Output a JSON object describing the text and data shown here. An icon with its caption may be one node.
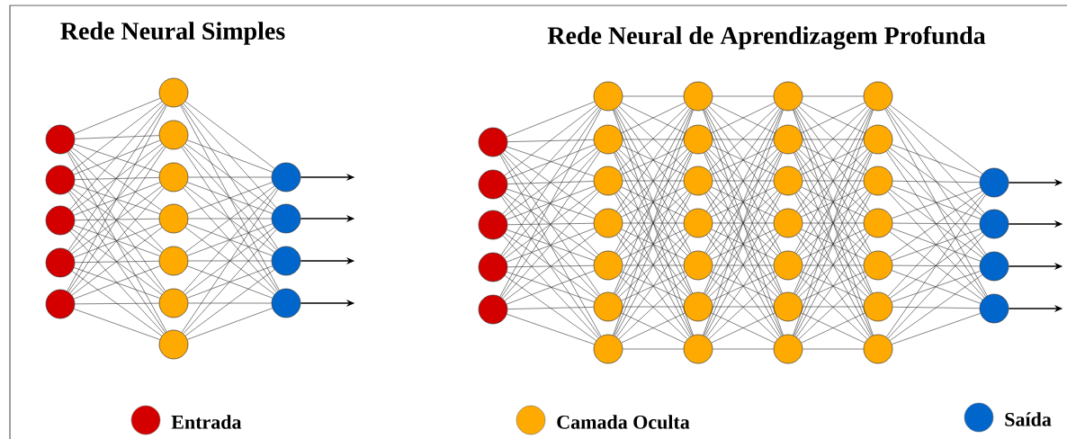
{
  "diagram": {
    "nodes": [
      {
        "text": [],
        "shape": "circle"
      },
      {
        "text": [],
        "shape": "circle"
      },
      {
        "text": [],
        "shape": "circle"
      },
      {
        "text": [],
        "shape": "circle"
      },
      {
        "text": [],
        "shape": "circle"
      },
      {
        "text": [],
        "shape": "circle"
      },
      {
        "text": [],
        "shape": "circle"
      },
      {
        "text": [],
        "shape": "circle"
      },
      {
        "text": [],
        "shape": "circle"
      },
      {
        "text": [],
        "shape": "circle"
      },
      {
        "text": [],
        "shape": "circle"
      },
      {
        "text": [],
        "shape": "circle"
      },
      {
        "text": [],
        "shape": "circle"
      },
      {
        "text": [],
        "shape": "circle"
      },
      {
        "text": [],
        "shape": "circle"
      },
      {
        "text": [],
        "shape": "circle"
      },
      {
        "text": [],
        "shape": "circle"
      },
      {
        "text": [],
        "shape": "circle"
      },
      {
        "text": [],
        "shape": "circle"
      },
      {
        "text": [],
        "shape": "circle"
      },
      {
        "text": [],
        "shape": "circle"
      },
      {
        "text": [],
        "shape": "circle"
      },
      {
        "text": [],
        "shape": "circle"
      },
      {
        "text": [],
        "shape": "circle"
      },
      {
        "text": [],
        "shape": "circle"
      },
      {
        "text": [],
        "shape": "circle"
      },
      {
        "text": [],
        "shape": "circle"
      },
      {
        "text": [],
        "shape": "circle"
      },
      {
        "text": [],
        "shape": "circle"
      },
      {
        "text": [],
        "shape": "circle"
      },
      {
        "text": [],
        "shape": "circle"
      },
      {
        "text": [],
        "shape": "circle"
      },
      {
        "text": [],
        "shape": "circle"
      },
      {
        "text": [],
        "shape": "circle"
      },
      {
        "text": [],
        "shape": "circle"
      },
      {
        "text": [],
        "shape": "circle"
      },
      {
        "text": [],
        "shape": "circle"
      },
      {
        "text": [],
        "shape": "circle"
      },
      {
        "text": [],
        "shape": "circle"
      },
      {
        "text": [],
        "shape": "circle"
      },
      {
        "text": [],
        "shape": "circle"
      },
      {
        "text": [],
        "shape": "circle"
      },
      {
        "text": [],
        "shape": "circle"
      },
      {
        "text": [],
        "shape": "circle"
      },
      {
        "text": [],
        "shape": "circle"
      },
      {
        "text": [],
        "shape": "circle"
      },
      {
        "text": [],
        "shape": "circle"
      },
      {
        "text": [],
        "shape": "circle"
      },
      {
        "text": [],
        "shape": "circle"
      },
      {
        "text": [],
        "shape": "circle"
      },
      {
        "text": [],
        "shape": "circle"
      },
      {
        "text": [],
        "shape": "circle"
      },
      {
        "text": [],
        "shape": "circle"
      }
    ],
    "edges": [
      {
        "from": 0,
        "to": 5,
        "arrow": "none"
      },
      {
        "from": 0,
        "to": 6,
        "arrow": "none"
      },
      {
        "from": 0,
        "to": 7,
        "arrow": "none"
      },
      {
        "from": 0,
        "to": 8,
        "arrow": "none"
      },
      {
        "from": 0,
        "to": 9,
        "arrow": "none"
      },
      {
        "from": 0,
        "to": 10,
        "arrow": "none"
      },
      {
        "from": 0,
        "to": 11,
        "arrow": "none"
      },
      {
        "from": 1,
        "to": 5,
        "arrow": "none"
      },
      {
        "from": 1,
        "to": 6,
        "arrow": "none"
      },
      {
        "from": 1,
        "to": 7,
        "arrow": "none"
      },
      {
        "from": 1,
        "to": 8,
        "arrow": "none"
      },
      {
        "from": 1,
        "to": 9,
        "arrow": "none"
      },
      {
        "from": 1,
        "to": 10,
        "arrow": "none"
      },
      {
        "from": 1,
        "to": 11,
        "arrow": "none"
      },
      {
        "from": 2,
        "to": 5,
        "arrow": "none"
      },
      {
        "from": 2,
        "to": 6,
        "arrow": "none"
      },
      {
        "from": 2,
        "to": 7,
        "arrow": "none"
      },
      {
        "from": 2,
        "to": 8,
        "arrow": "none"
      },
      {
        "from": 2,
        "to": 9,
        "arrow": "none"
      },
      {
        "from": 2,
        "to": 10,
        "arrow": "none"
      },
      {
        "from": 2,
        "to": 11,
        "arrow": "none"
      },
      {
        "from": 3,
        "to": 5,
        "arrow": "none"
      },
      {
        "from": 3,
        "to": 6,
        "arrow": "none"
      },
      {
        "from": 3,
        "to": 7,
        "arrow": "none"
      },
      {
        "from": 3,
        "to": 8,
        "arrow": "none"
      },
      {
        "from": 3,
        "to": 9,
        "arrow": "none"
      },
      {
        "from": 3,
        "to": 10,
        "arrow": "none"
      },
      {
        "from": 3,
        "to": 11,
        "arrow": "none"
      },
      {
        "from": 4,
        "to": 5,
        "arrow": "none"
      },
      {
        "from": 4,
        "to": 6,
        "arrow": "none"
      },
      {
        "from": 4,
        "to": 7,
        "arrow": "none"
      },
      {
        "from": 4,
        "to": 8,
        "arrow": "none"
      },
      {
        "from": 4,
        "to": 9,
        "arrow": "none"
      },
      {
        "from": 4,
        "to": 10,
        "arrow": "none"
      },
      {
        "from": 4,
        "to": 11,
        "arrow": "none"
      },
      {
        "from": 5,
        "to": 12,
        "arrow": "none"
      },
      {
        "from": 5,
        "to": 13,
        "arrow": "none"
      },
      {
        "from": 5,
        "to": 14,
        "arrow": "none"
      },
      {
        "from": 5,
        "to": 15,
        "arrow": "none"
      },
      {
        "from": 6,
        "to": 12,
        "arrow": "none"
      },
      {
        "from": 6,
        "to": 13,
        "arrow": "none"
      },
      {
        "from": 6,
        "to": 14,
        "arrow": "none"
      },
      {
        "from": 6,
        "to": 15,
        "arrow": "none"
      },
      {
        "from": 7,
        "to": 12,
        "arrow": "none"
      },
      {
        "from": 7,
        "to": 13,
        "arrow": "none"
      },
      {
        "from": 7,
        "to": 14,
        "arrow": "none"
      },
      {
        "from": 7,
        "to": 15,
        "arrow": "none"
      },
      {
        "from": 8,
        "to": 12,
        "arrow": "none"
      },
      {
        "from": 8,
        "to": 13,
        "arrow": "none"
      },
      {
        "from": 8,
        "to": 14,
        "arrow": "none"
      },
      {
        "from": 8,
        "to": 15,
        "arrow": "none"
      },
      {
        "from": 9,
        "to": 12,
        "arrow": "none"
      },
      {
        "from": 9,
        "to": 13,
        "arrow": "none"
      },
      {
        "from": 9,
        "to": 14,
        "arrow": "none"
      },
      {
        "from": 9,
        "to": 15,
        "arrow": "none"
      },
      {
        "from": 10,
        "to": 12,
        "arrow": "none"
      },
      {
        "from": 10,
        "to": 13,
        "arrow": "none"
      },
      {
        "from": 10,
        "to": 14,
        "arrow": "none"
      },
      {
        "from": 10,
        "to": 15,
        "arrow": "none"
      },
      {
        "from": 11,
        "to": 12,
        "arrow": "none"
      },
      {
        "from": 11,
        "to": 13,
        "arrow": "none"
      },
      {
        "from": 11,
        "to": 14,
        "arrow": "none"
      },
      {
        "from": 11,
        "to": 15,
        "arrow": "none"
      },
      {
        "from": 12,
        "to": null,
        "arrow": "to"
      },
      {
        "from": 13,
        "to": null,
        "arrow": "to"
      },
      {
        "from": 14,
        "to": null,
        "arrow": "to"
      },
      {
        "from": 15,
        "to": null,
        "arrow": "to"
      },
      {
        "from": 16,
        "to": 21,
        "arrow": "none"
      },
      {
        "from": 16,
        "to": 22,
        "arrow": "none"
      },
      {
        "from": 16,
        "to": 23,
        "arrow": "none"
      },
      {
        "from": 16,
        "to": 24,
        "arrow": "none"
      },
      {
        "from": 16,
        "to": 25,
        "arrow": "none"
      },
      {
        "from": 16,
        "to": 26,
        "arrow": "none"
      },
      {
        "from": 16,
        "to": 27,
        "arrow": "none"
      },
      {
        "from": 17,
        "to": 21,
        "arrow": "none"
      },
      {
        "from": 17,
        "to": 22,
        "arrow": "none"
      },
      {
        "from": 17,
        "to": 23,
        "arrow": "none"
      },
      {
        "from": 17,
        "to": 24,
        "arrow": "none"
      },
      {
        "from": 17,
        "to": 25,
        "arrow": "none"
      },
      {
        "from": 17,
        "to": 26,
        "arrow": "none"
      },
      {
        "from": 17,
        "to": 27,
        "arrow": "none"
      },
      {
        "from": 18,
        "to": 21,
        "arrow": "none"
      },
      {
        "from": 18,
        "to": 22,
        "arrow": "none"
      },
      {
        "from": 18,
        "to": 23,
        "arrow": "none"
      },
      {
        "from": 18,
        "to": 24,
        "arrow": "none"
      },
      {
        "from": 18,
        "to": 25,
        "arrow": "none"
      },
      {
        "from": 18,
        "to": 26,
        "arrow": "none"
      },
      {
        "from": 18,
        "to": 27,
        "arrow": "none"
      },
      {
        "from": 19,
        "to": 21,
        "arrow": "none"
      },
      {
        "from": 19,
        "to": 22,
        "arrow": "none"
      },
      {
        "from": 19,
        "to": 23,
        "arrow": "none"
      },
      {
        "from": 19,
        "to": 24,
        "arrow": "none"
      },
      {
        "from": 19,
        "to": 25,
        "arrow": "none"
      },
      {
        "from": 19,
        "to": 26,
        "arrow": "none"
      },
      {
        "from": 19,
        "to": 27,
        "arrow": "none"
      },
      {
        "from": 20,
        "to": 21,
        "arrow": "none"
      },
      {
        "from": 20,
        "to": 22,
        "arrow": "none"
      },
      {
        "from": 20,
        "to": 23,
        "arrow": "none"
      },
      {
        "from": 20,
        "to": 24,
        "arrow": "none"
      },
      {
        "from": 20,
        "to": 25,
        "arrow": "none"
      },
      {
        "from": 20,
        "to": 26,
        "arrow": "none"
      },
      {
        "from": 20,
        "to": 27,
        "arrow": "none"
      },
      {
        "from": 21,
        "to": 28,
        "arrow": "none"
      },
      {
        "from": 21,
        "to": 29,
        "arrow": "none"
      },
      {
        "from": 21,
        "to": 30,
        "arrow": "none"
      },
      {
        "from": 21,
        "to": 31,
        "arrow": "none"
      },
      {
        "from": 21,
        "to": 32,
        "arrow": "none"
      },
      {
        "from": 21,
        "to": 33,
        "arrow": "none"
      },
      {
        "from": 21,
        "to": 34,
        "arrow": "none"
      },
      {
        "from": 22,
        "to": 28,
        "arrow": "none"
      },
      {
        "from": 22,
        "to": 29,
        "arrow": "none"
      },
      {
        "from": 22,
        "to": 30,
        "arrow": "none"
      },
      {
        "from": 22,
        "to": 31,
        "arrow": "none"
      },
      {
        "from": 22,
        "to": 32,
        "arrow": "none"
      },
      {
        "from": 22,
        "to": 33,
        "arrow": "none"
      },
      {
        "from": 22,
        "to": 34,
        "arrow": "none"
      },
      {
        "from": 23,
        "to": 28,
        "arrow": "none"
      },
      {
        "from": 23,
        "to": 29,
        "arrow": "none"
      },
      {
        "from": 23,
        "to": 30,
        "arrow": "none"
      },
      {
        "from": 23,
        "to": 31,
        "arrow": "none"
      },
      {
        "from": 23,
        "to": 32,
        "arrow": "none"
      },
      {
        "from": 23,
        "to": 33,
        "arrow": "none"
      },
      {
        "from": 23,
        "to": 34,
        "arrow": "none"
      },
      {
        "from": 24,
        "to": 28,
        "arrow": "none"
      },
      {
        "from": 24,
        "to": 29,
        "arrow": "none"
      },
      {
        "from": 24,
        "to": 30,
        "arrow": "none"
      },
      {
        "from": 24,
        "to": 31,
        "arrow": "none"
      },
      {
        "from": 24,
        "to": 32,
        "arrow": "none"
      },
      {
        "from": 24,
        "to": 33,
        "arrow": "none"
      },
      {
        "from": 24,
        "to": 34,
        "arrow": "none"
      },
      {
        "from": 25,
        "to": 28,
        "arrow": "none"
      },
      {
        "from": 25,
        "to": 29,
        "arrow": "none"
      },
      {
        "from": 25,
        "to": 30,
        "arrow": "none"
      },
      {
        "from": 25,
        "to": 31,
        "arrow": "none"
      },
      {
        "from": 25,
        "to": 32,
        "arrow": "none"
      },
      {
        "from": 25,
        "to": 33,
        "arrow": "none"
      },
      {
        "from": 25,
        "to": 34,
        "arrow": "none"
      },
      {
        "from": 26,
        "to": 28,
        "arrow": "none"
      },
      {
        "from": 26,
        "to": 29,
        "arrow": "none"
      },
      {
        "from": 26,
        "to": 30,
        "arrow": "none"
      },
      {
        "from": 26,
        "to": 31,
        "arrow": "none"
      },
      {
        "from": 26,
        "to": 32,
        "arrow": "none"
      },
      {
        "from": 26,
        "to": 33,
        "arrow": "none"
      },
      {
        "from": 26,
        "to": 34,
        "arrow": "none"
      },
      {
        "from": 27,
        "to": 28,
        "arrow": "none"
      },
      {
        "from": 27,
        "to": 29,
        "arrow": "none"
      },
      {
        "from": 27,
        "to": 30,
        "arrow": "none"
      },
      {
        "from": 27,
        "to": 31,
        "arrow": "none"
      },
      {
        "from": 27,
        "to": 32,
        "arrow": "none"
      },
      {
        "from": 27,
        "to": 33,
        "arrow": "none"
      },
      {
        "from": 27,
        "to": 34,
        "arrow": "none"
      },
      {
        "from": 28,
        "to": 35,
        "arrow": "none"
      },
      {
        "from": 28,
        "to": 36,
        "arrow": "none"
      },
      {
        "from": 28,
        "to": 37,
        "arrow": "none"
      },
      {
        "from": 28,
        "to": 38,
        "arrow": "none"
      },
      {
        "from": 28,
        "to": 39,
        "arrow": "none"
      },
      {
        "from": 28,
        "to": 40,
        "arrow": "none"
      },
      {
        "from": 28,
        "to": 41,
        "arrow": "none"
      },
      {
        "from": 29,
        "to": 35,
        "arrow": "none"
      },
      {
        "from": 29,
        "to": 36,
        "arrow": "none"
      },
      {
        "from": 29,
        "to": 37,
        "arrow": "none"
      },
      {
        "from": 29,
        "to": 38,
        "arrow": "none"
      },
      {
        "from": 29,
        "to": 39,
        "arrow": "none"
      },
      {
        "from": 29,
        "to": 40,
        "arrow": "none"
      },
      {
        "from": 29,
        "to": 41,
        "arrow": "none"
      },
      {
        "from": 30,
        "to": 35,
        "arrow": "none"
      },
      {
        "from": 30,
        "to": 36,
        "arrow": "none"
      },
      {
        "from": 30,
        "to": 37,
        "arrow": "none"
      },
      {
        "from": 30,
        "to": 38,
        "arrow": "none"
      },
      {
        "from": 30,
        "to": 39,
        "arrow": "none"
      },
      {
        "from": 30,
        "to": 40,
        "arrow": "none"
      },
      {
        "from": 30,
        "to": 41,
        "arrow": "none"
      },
      {
        "from": 31,
        "to": 35,
        "arrow": "none"
      },
      {
        "from": 31,
        "to": 36,
        "arrow": "none"
      },
      {
        "from": 31,
        "to": 37,
        "arrow": "none"
      },
      {
        "from": 31,
        "to": 38,
        "arrow": "none"
      },
      {
        "from": 31,
        "to": 39,
        "arrow": "none"
      },
      {
        "from": 31,
        "to": 40,
        "arrow": "none"
      },
      {
        "from": 31,
        "to": 41,
        "arrow": "none"
      },
      {
        "from": 32,
        "to": 35,
        "arrow": "none"
      },
      {
        "from": 32,
        "to": 36,
        "arrow": "none"
      },
      {
        "from": 32,
        "to": 37,
        "arrow": "none"
      },
      {
        "from": 32,
        "to": 38,
        "arrow": "none"
      },
      {
        "from": 32,
        "to": 39,
        "arrow": "none"
      },
      {
        "from": 32,
        "to": 40,
        "arrow": "none"
      },
      {
        "from": 32,
        "to": 41,
        "arrow": "none"
      },
      {
        "from": 33,
        "to": 35,
        "arrow": "none"
      },
      {
        "from": 33,
        "to": 36,
        "arrow": "none"
      },
      {
        "from": 33,
        "to": 37,
        "arrow": "none"
      },
      {
        "from": 33,
        "to": 38,
        "arrow": "none"
      },
      {
        "from": 33,
        "to": 39,
        "arrow": "none"
      },
      {
        "from": 33,
        "to": 40,
        "arrow": "none"
      },
      {
        "from": 33,
        "to": 41,
        "arrow": "none"
      },
      {
        "from": 34,
        "to": 35,
        "arrow": "none"
      },
      {
        "from": 34,
        "to": 36,
        "arrow": "none"
      },
      {
        "from": 34,
        "to": 37,
        "arrow": "none"
      },
      {
        "from": 34,
        "to": 38,
        "arrow": "none"
      },
      {
        "from": 34,
        "to": 39,
        "arrow": "none"
      },
      {
        "from": 34,
        "to": 40,
        "arrow": "none"
      },
      {
        "from": 34,
        "to": 41,
        "arrow": "none"
      },
      {
        "from": 35,
        "to": 42,
        "arrow": "none"
      },
      {
        "from": 35,
        "to": 43,
        "arrow": "none"
      },
      {
        "from": 35,
        "to": 44,
        "arrow": "none"
      },
      {
        "from": 35,
        "to": 45,
        "arrow": "none"
      },
      {
        "from": 35,
        "to": 46,
        "arrow": "none"
      },
      {
        "from": 35,
        "to": 47,
        "arrow": "none"
      },
      {
        "from": 35,
        "to": 48,
        "arrow": "none"
      },
      {
        "from": 36,
        "to": 42,
        "arrow": "none"
      },
      {
        "from": 36,
        "to": 43,
        "arrow": "none"
      },
      {
        "from": 36,
        "to": 44,
        "arrow": "none"
      },
      {
        "from": 36,
        "to": 45,
        "arrow": "none"
      },
      {
        "from": 36,
        "to": 46,
        "arrow": "none"
      },
      {
        "from": 36,
        "to": 47,
        "arrow": "none"
      },
      {
        "from": 36,
        "to": 48,
        "arrow": "none"
      },
      {
        "from": 37,
        "to": 42,
        "arrow": "none"
      },
      {
        "from": 37,
        "to": 43,
        "arrow": "none"
      },
      {
        "from": 37,
        "to": 44,
        "arrow": "none"
      },
      {
        "from": 37,
        "to": 45,
        "arrow": "none"
      },
      {
        "from": 37,
        "to": 46,
        "arrow": "none"
      },
      {
        "from": 37,
        "to": 47,
        "arrow": "none"
      },
      {
        "from": 37,
        "to": 48,
        "arrow": "none"
      },
      {
        "from": 38,
        "to": 42,
        "arrow": "none"
      },
      {
        "from": 38,
        "to": 43,
        "arrow": "none"
      },
      {
        "from": 38,
        "to": 44,
        "arrow": "none"
      },
      {
        "from": 38,
        "to": 45,
        "arrow": "none"
      },
      {
        "from": 38,
        "to": 46,
        "arrow": "none"
      },
      {
        "from": 38,
        "to": 47,
        "arrow": "none"
      },
      {
        "from": 38,
        "to": 48,
        "arrow": "none"
      },
      {
        "from": 39,
        "to": 42,
        "arrow": "none"
      },
      {
        "from": 39,
        "to": 43,
        "arrow": "none"
      },
      {
        "from": 39,
        "to": 44,
        "arrow": "none"
      },
      {
        "from": 39,
        "to": 45,
        "arrow": "none"
      },
      {
        "from": 39,
        "to": 46,
        "arrow": "none"
      },
      {
        "from": 39,
        "to": 47,
        "arrow": "none"
      },
      {
        "from": 39,
        "to": 48,
        "arrow": "none"
      },
      {
        "from": 40,
        "to": 42,
        "arrow": "none"
      },
      {
        "from": 40,
        "to": 43,
        "arrow": "none"
      },
      {
        "from": 40,
        "to": 44,
        "arrow": "none"
      },
      {
        "from": 40,
        "to": 45,
        "arrow": "none"
      },
      {
        "from": 40,
        "to": 46,
        "arrow": "none"
      },
      {
        "from": 40,
        "to": 47,
        "arrow": "none"
      },
      {
        "from": 40,
        "to": 48,
        "arrow": "none"
      },
      {
        "from": 41,
        "to": 42,
        "arrow": "none"
      },
      {
        "from": 41,
        "to": 43,
        "arrow": "none"
      },
      {
        "from": 41,
        "to": 44,
        "arrow": "none"
      },
      {
        "from": 41,
        "to": 45,
        "arrow": "none"
      },
      {
        "from": 41,
        "to": 46,
        "arrow": "none"
      },
      {
        "from": 41,
        "to": 47,
        "arrow": "none"
      },
      {
        "from": 41,
        "to": 48,
        "arrow": "none"
      },
      {
        "from": 42,
        "to": 49,
        "arrow": "none"
      },
      {
        "from": 42,
        "to": 50,
        "arrow": "none"
      },
      {
        "from": 42,
        "to": 51,
        "arrow": "none"
      },
      {
        "from": 42,
        "to": 52,
        "arrow": "none"
      },
      {
        "from": 43,
        "to": 49,
        "arrow": "none"
      },
      {
        "from": 43,
        "to": 50,
        "arrow": "none"
      },
      {
        "from": 43,
        "to": 51,
        "arrow": "none"
      },
      {
        "from": 43,
        "to": 52,
        "arrow": "none"
      },
      {
        "from": 44,
        "to": 49,
        "arrow": "none"
      },
      {
        "from": 44,
        "to": 50,
        "arrow": "none"
      },
      {
        "from": 44,
        "to": 51,
        "arrow": "none"
      },
      {
        "from": 44,
        "to": 52,
        "arrow": "none"
      },
      {
        "from": 45,
        "to": 49,
        "arrow": "none"
      },
      {
        "from": 45,
        "to": 50,
        "arrow": "none"
      },
      {
        "from": 45,
        "to": 51,
        "arrow": "none"
      },
      {
        "from": 45,
        "to": 52,
        "arrow": "none"
      },
      {
        "from": 46,
        "to": 49,
        "arrow": "none"
      },
      {
        "from": 46,
        "to": 50,
        "arrow": "none"
      },
      {
        "from": 46,
        "to": 51,
        "arrow": "none"
      },
      {
        "from": 46,
        "to": 52,
        "arrow": "none"
      },
      {
        "from": 47,
        "to": 49,
        "arrow": "none"
      },
      {
        "from": 47,
        "to": 50,
        "arrow": "none"
      },
      {
        "from": 47,
        "to": 51,
        "arrow": "none"
      },
      {
        "from": 47,
        "to": 52,
        "arrow": "none"
      },
      {
        "from": 48,
        "to": 49,
        "arrow": "none"
      },
      {
        "from": 48,
        "to": 50,
        "arrow": "none"
      },
      {
        "from": 48,
        "to": 51,
        "arrow": "none"
      },
      {
        "from": 48,
        "to": 52,
        "arrow": "none"
      },
      {
        "from": 49,
        "to": null,
        "arrow": "to"
      },
      {
        "from": 50,
        "to": null,
        "arrow": "to"
      },
      {
        "from": 51,
        "to": null,
        "arrow": "to"
      },
      {
        "from": 52,
        "to": null,
        "arrow": "to"
      }
    ],
    "labels": [
      "Rede Neural Simples",
      "Rede Neural de Aprendizagem Profunda"
    ],
    "legend": [
      {
        "text": "Entrada",
        "color": "#d40000"
      },
      {
        "text": "Camada Oculta",
        "color": "#ffaa00"
      },
      {
        "text": "Saída",
        "color": "#0066cc"
      }
    ]
  }
}
